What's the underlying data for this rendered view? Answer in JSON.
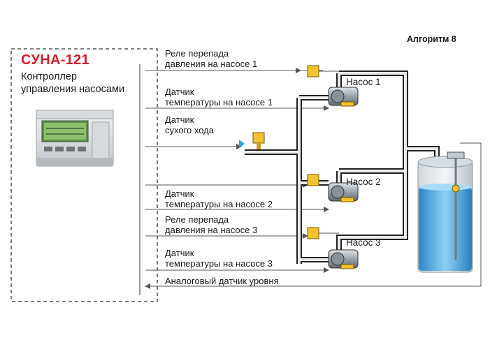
{
  "algorithm": "Алгоритм 8",
  "controller": {
    "name": "СУНА-121",
    "description_line1": "Контроллер",
    "description_line2": "управления насосами"
  },
  "signals": [
    {
      "line1": "Реле перепада",
      "line2": "давления на насосе 1"
    },
    {
      "line1": "Датчик",
      "line2": "температуры на насосе 1"
    },
    {
      "line1": "Датчик",
      "line2": "сухого хода"
    },
    {
      "line1": "Датчик",
      "line2": "температуры на насосе 2"
    },
    {
      "line1": "Реле перепада",
      "line2": "давления на насосе 3"
    },
    {
      "line1": "Датчик",
      "line2": "температуры на насосе 3"
    },
    {
      "line1": "Аналоговый датчик уровня",
      "line2": ""
    }
  ],
  "pumps": [
    "Насос 1",
    "Насос 2",
    "Насос 3"
  ],
  "colors": {
    "controller_name": "#d01f2a",
    "sensor_yellow": "#f2c230",
    "arrow": "#555555",
    "tank_water": "#4aa3df"
  }
}
